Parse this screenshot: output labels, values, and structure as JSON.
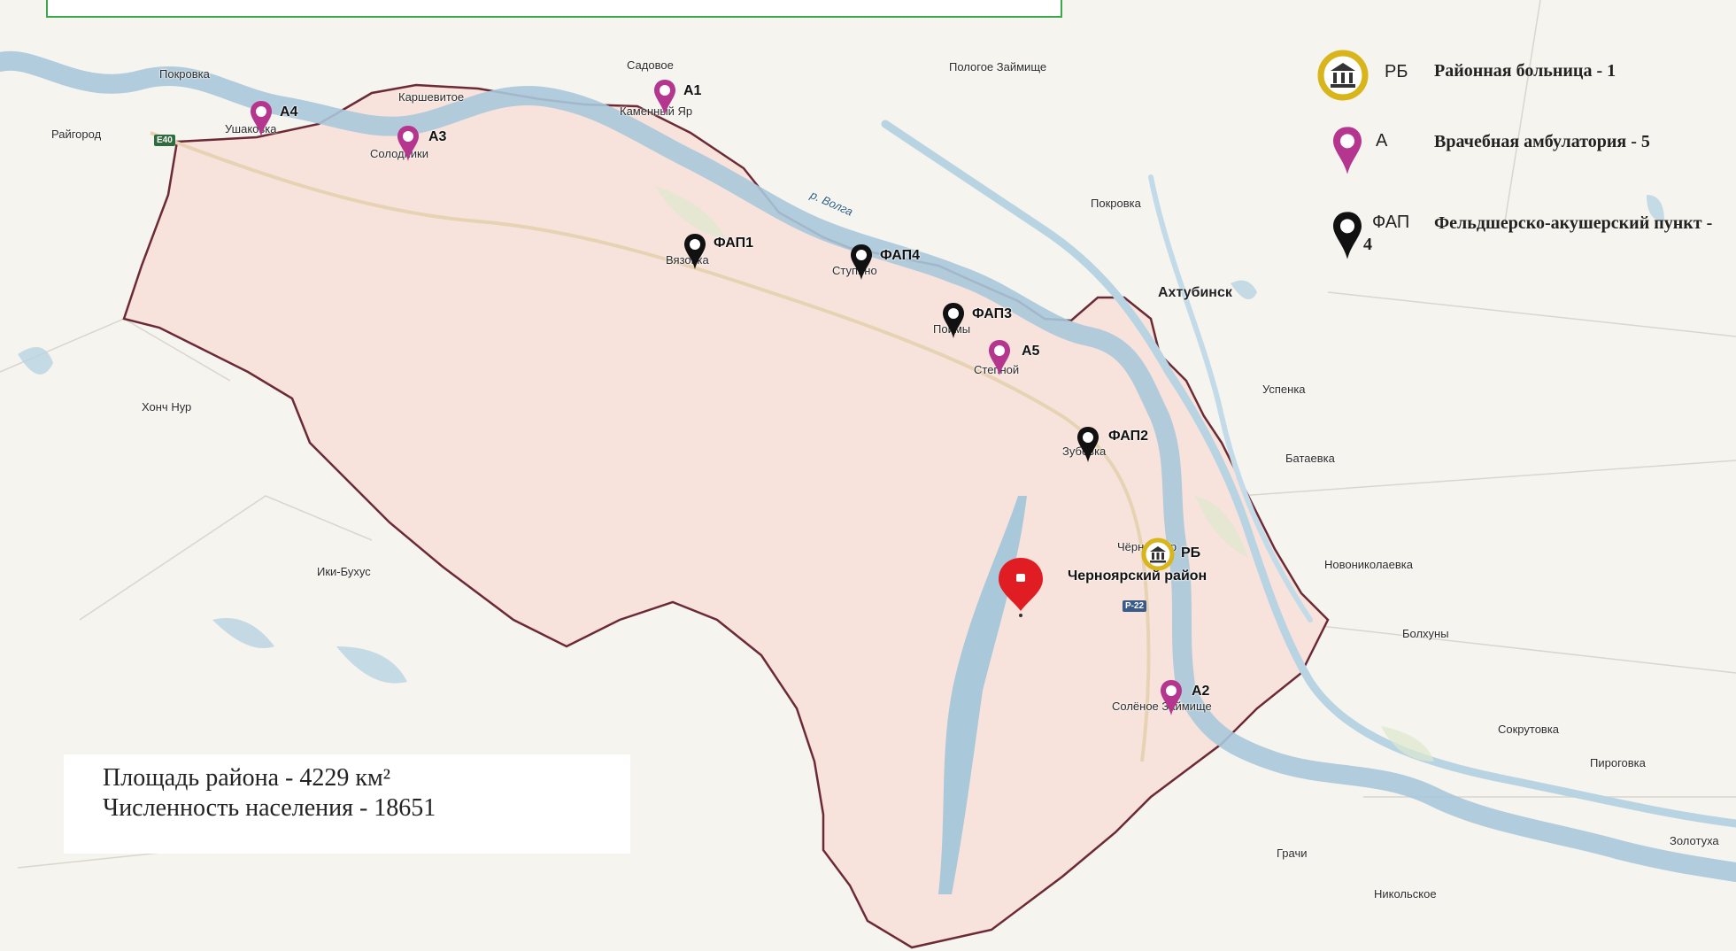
{
  "header_text": "",
  "map": {
    "settlements": [
      {
        "id": "raygorod",
        "label": "Райгород"
      },
      {
        "id": "pokrovka-w",
        "label": "Покровка"
      },
      {
        "id": "karshevitoe",
        "label": "Каршевитое"
      },
      {
        "id": "sadovoe",
        "label": "Садовое"
      },
      {
        "id": "pologoe",
        "label": "Пологое Займище"
      },
      {
        "id": "pokrovka-e",
        "label": "Покровка"
      },
      {
        "id": "akhtubinsk",
        "label": "Ахтубинск"
      },
      {
        "id": "uspenka",
        "label": "Успенка"
      },
      {
        "id": "bataevka",
        "label": "Батаевка"
      },
      {
        "id": "novonikolaevka",
        "label": "Новониколаевка"
      },
      {
        "id": "bolkhuny",
        "label": "Болхуны"
      },
      {
        "id": "sokrutovka",
        "label": "Сокрутовка"
      },
      {
        "id": "pirogovka",
        "label": "Пироговка"
      },
      {
        "id": "zolotukha",
        "label": "Золотуха"
      },
      {
        "id": "grachi",
        "label": "Грачи"
      },
      {
        "id": "nikolskoe",
        "label": "Никольское"
      },
      {
        "id": "khonch-nur",
        "label": "Хонч Нур"
      },
      {
        "id": "iki-bukhus",
        "label": "Ики-Бухус"
      },
      {
        "id": "ushakovka",
        "label": "Ушаковка"
      },
      {
        "id": "solodniki",
        "label": "Солодники"
      },
      {
        "id": "kamenny-yar",
        "label": "Каменный Яр"
      },
      {
        "id": "vyazovka",
        "label": "Вязовка"
      },
      {
        "id": "stupino",
        "label": "Ступино"
      },
      {
        "id": "poimy",
        "label": "Поймы"
      },
      {
        "id": "stepnoy",
        "label": "Степной"
      },
      {
        "id": "zubovka",
        "label": "Зубовка"
      },
      {
        "id": "cherny-yar",
        "label": "Чёрный Яр"
      },
      {
        "id": "solyonoe",
        "label": "Солёное Займище"
      }
    ],
    "district_label": "Черноярский район",
    "river_label": "р. Волга",
    "road_badges": [
      "E40",
      "P-22"
    ]
  },
  "markers": [
    {
      "code": "А1",
      "type": "ambulatory"
    },
    {
      "code": "А2",
      "type": "ambulatory"
    },
    {
      "code": "А3",
      "type": "ambulatory"
    },
    {
      "code": "А4",
      "type": "ambulatory"
    },
    {
      "code": "А5",
      "type": "ambulatory"
    },
    {
      "code": "ФАП1",
      "type": "fap"
    },
    {
      "code": "ФАП2",
      "type": "fap"
    },
    {
      "code": "ФАП3",
      "type": "fap"
    },
    {
      "code": "ФАП4",
      "type": "fap"
    },
    {
      "code": "РБ",
      "type": "hospital"
    }
  ],
  "legend": [
    {
      "code": "РБ",
      "text": "Районная больница - 1",
      "icon": "hospital-icon"
    },
    {
      "code": "А",
      "text": "Врачебная амбулатория - 5",
      "icon": "magenta-pin-icon"
    },
    {
      "code": "ФАП",
      "text": "Фельдшерско-акушерский пункт - 4",
      "icon": "black-pin-icon"
    }
  ],
  "stats": {
    "area": "Площадь района - 4229 км²",
    "population": "Численность населения - 18651"
  },
  "colors": {
    "district_fill": "#f7e3dc",
    "district_border": "#6b2a36",
    "water": "#a9c8da",
    "ambulatory_pin": "#b4368e",
    "fap_pin": "#111111",
    "hospital_ring": "#d9b51c",
    "center_pin": "#e11d24",
    "header_border": "#3aa84a"
  }
}
